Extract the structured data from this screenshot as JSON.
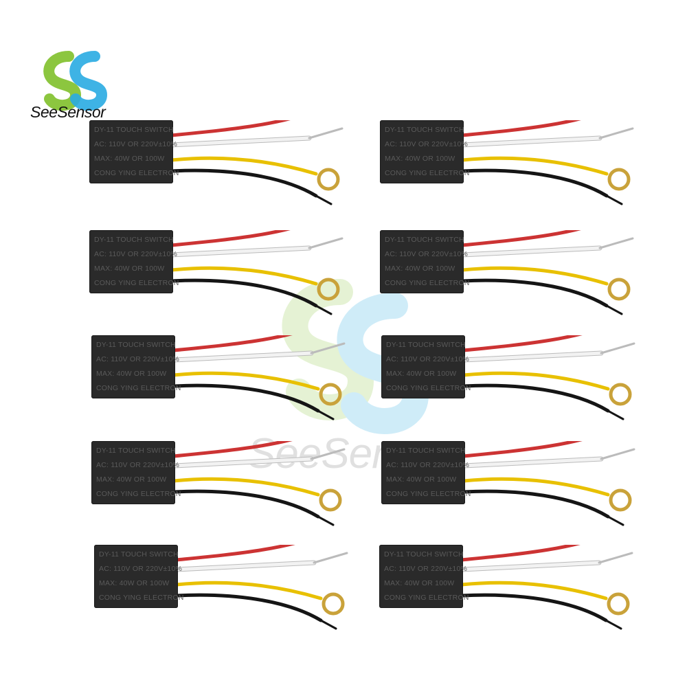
{
  "brand": {
    "name": "SeeSensor",
    "watermark": "SeeSensor"
  },
  "colors": {
    "logo_green": "#8cc63f",
    "logo_blue": "#29abe2",
    "case": "#2a2a2a",
    "wire_red": "#cc3333",
    "wire_white": "#f2f2f2",
    "wire_yellow": "#e8c000",
    "wire_black": "#151515",
    "ring_brass": "#c9a23a"
  },
  "product": {
    "label_lines": [
      "DY-11  TOUCH  SWITCH",
      "AC: 110V  OR  220V±10%",
      "MAX:  40W   OR   100W",
      "CONG  YING  ELECTRON"
    ]
  },
  "layout": {
    "columns": 2,
    "rows": 5,
    "count": 10
  }
}
